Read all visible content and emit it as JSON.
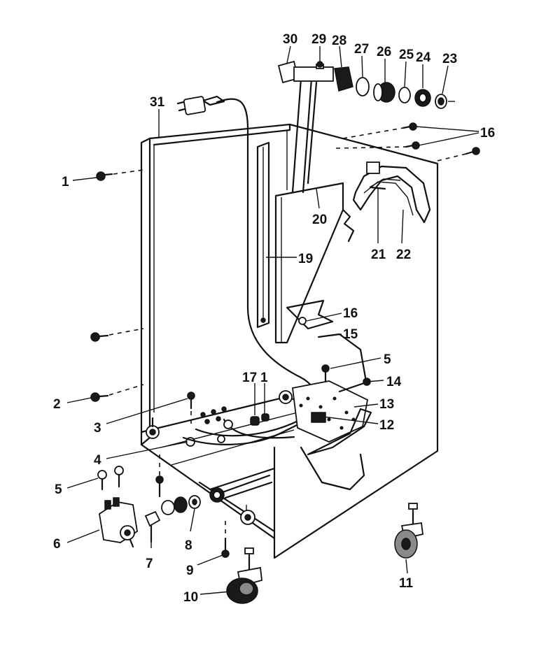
{
  "diagram": {
    "callouts": [
      "1",
      "2",
      "3",
      "4",
      "5",
      "6",
      "7",
      "8",
      "9",
      "10",
      "11",
      "12",
      "13",
      "14",
      "15",
      "16",
      "17",
      "19",
      "20",
      "21",
      "22",
      "23",
      "24",
      "25",
      "26",
      "27",
      "28",
      "29",
      "30",
      "31"
    ],
    "colors": {
      "ink": "#111111",
      "background": "#ffffff"
    }
  }
}
